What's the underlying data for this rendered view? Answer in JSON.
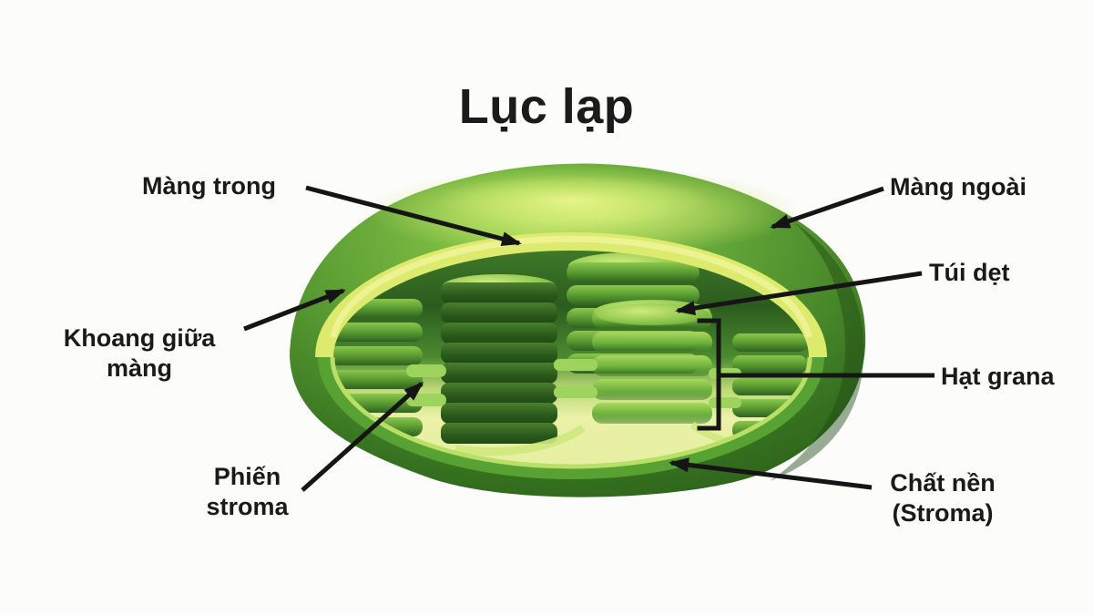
{
  "title": "Lục lạp",
  "labels": {
    "inner_membrane": "Màng trong",
    "outer_membrane": "Màng ngoài",
    "thylakoid_sac": "Túi dẹt",
    "granum": "Hạt grana",
    "intermembrane_space": [
      "Khoang giữa",
      "màng"
    ],
    "stroma_lamella": [
      "Phiến",
      "stroma"
    ],
    "stroma_matrix": [
      "Chất nền",
      "(Stroma)"
    ]
  },
  "palette": {
    "background": "#fcfcfb",
    "text": "#1a1a1a",
    "annotation_line": "#151515",
    "shell_green": "#5a9c33",
    "shell_dark_green": "#2a5d1a",
    "shell_highlight": "#e9f689",
    "inner_membrane_yellow": "#dcea6e",
    "stroma_floor_yellow": "#eef3ae",
    "granum_disc_green": "#6cb13c",
    "granum_disc_dark": "#2a5a1b"
  }
}
